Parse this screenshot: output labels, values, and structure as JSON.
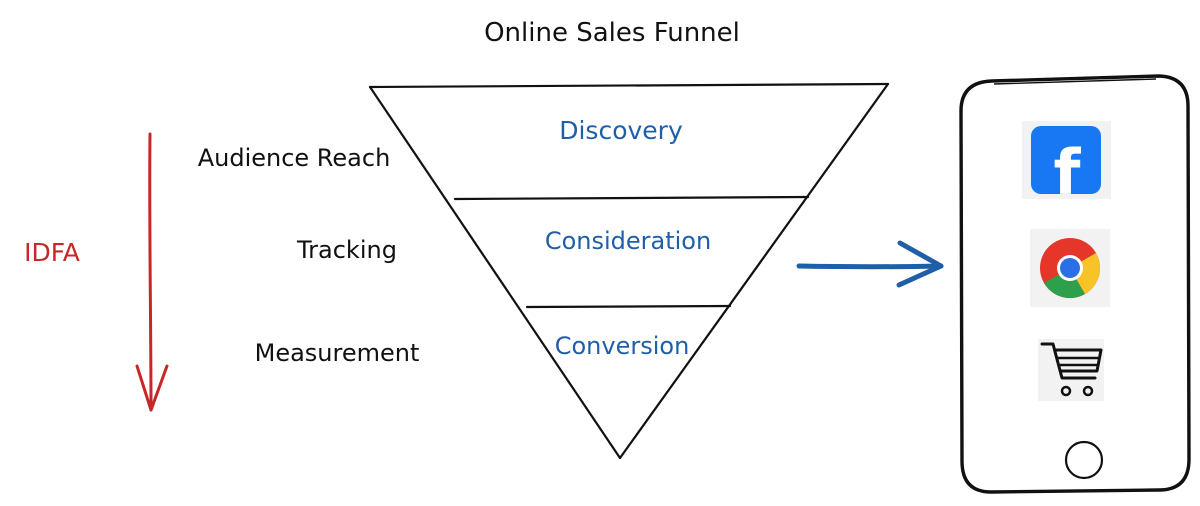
{
  "title": "Online Sales Funnel",
  "side_label": "IDFA",
  "stage_labels": [
    "Audience Reach",
    "Tracking",
    "Measurement"
  ],
  "funnel_stages": [
    "Discovery",
    "Consideration",
    "Conversion"
  ],
  "apps": [
    {
      "name": "facebook-app-icon",
      "glyph": "f"
    },
    {
      "name": "chrome-app-icon"
    },
    {
      "name": "shopping-cart-icon"
    }
  ],
  "colors": {
    "ink": "#111111",
    "blue": "#1f5fa8",
    "red": "#c62828",
    "facebook": "#1877f2"
  }
}
